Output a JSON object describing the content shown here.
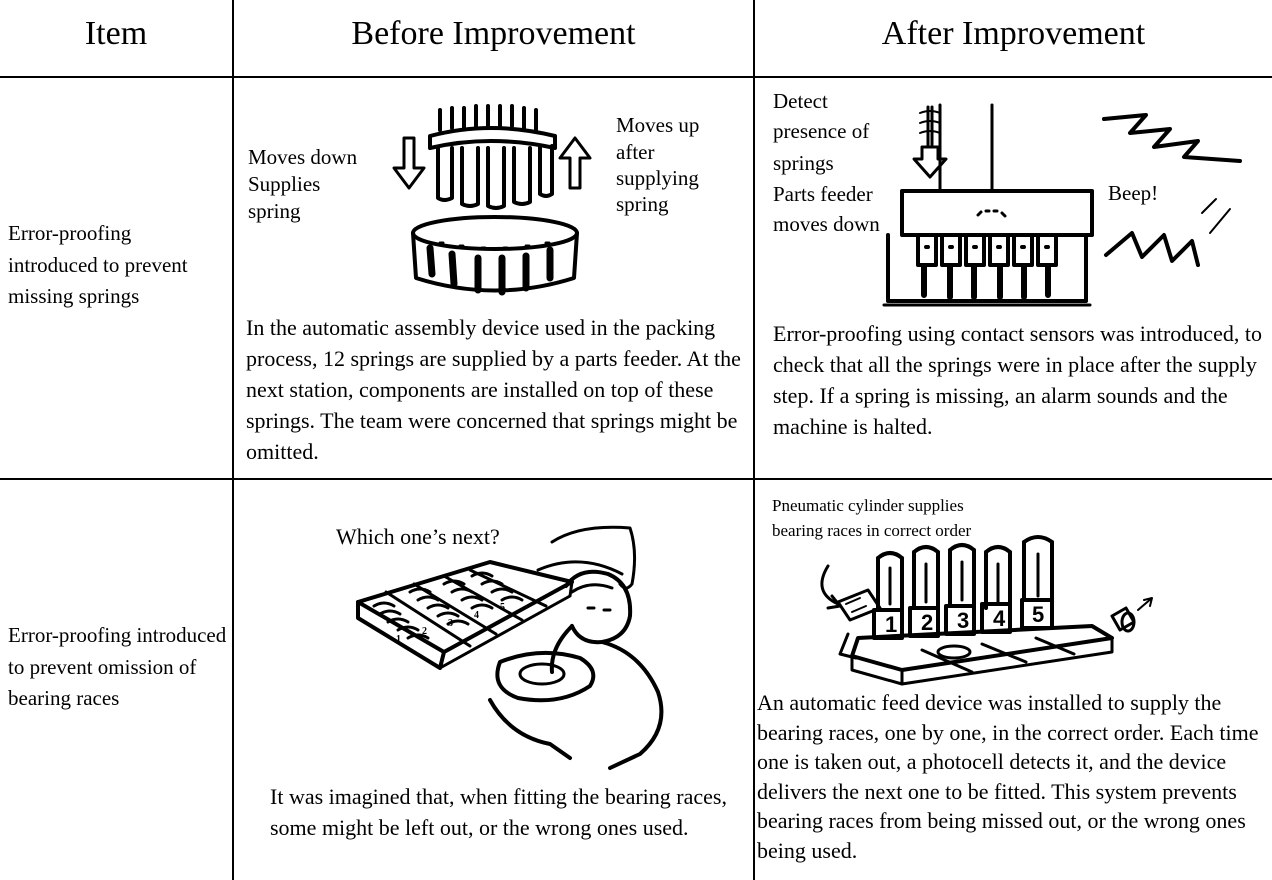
{
  "table": {
    "headers": {
      "item": "Item",
      "before": "Before Improvement",
      "after": "After Improvement"
    },
    "rows": [
      {
        "item": "Error-proofing introduced to prevent missing springs",
        "before": {
          "label_moves_down": "Moves down",
          "label_supplies": "Supplies",
          "label_spring": "spring",
          "label_moves_up": "Moves up",
          "label_after": "after",
          "label_supplying": "supplying",
          "label_spring_2": "spring",
          "description": "In the automatic assembly device used in the packing process, 12 springs are supplied by a parts feeder. At the next station, components are installed on top of these springs. The team were concerned  that springs might be omitted."
        },
        "after": {
          "label_detect": "Detect",
          "label_presence": "presence of",
          "label_springs": "springs",
          "label_parts_feeder": "Parts feeder",
          "label_moves_down": "moves down",
          "label_beep": "Beep!",
          "description": "Error-proofing using contact sensors was introduced, to check that all the springs were in place after the supply step. If a spring is missing, an alarm sounds and the machine is halted."
        }
      },
      {
        "item": "Error-proofing introduced to prevent omission of bearing races",
        "before": {
          "speech": "Which one’s next?",
          "tray_numbers": [
            "1",
            "2",
            "3",
            "4",
            "5"
          ],
          "description": "It was imagined that, when fitting the bearing races, some might be left out, or the wrong ones used."
        },
        "after": {
          "caption_line1": "Pneumatic cylinder supplies",
          "caption_line2": "bearing races in correct order",
          "slot_numbers": [
            "1",
            "2",
            "3",
            "4",
            "5"
          ],
          "description": "An automatic feed device was installed to supply the bearing races, one by one, in the correct order. Each time one is taken out, a photocell detects it, and the device delivers the next one to be fitted.  This system prevents bearing races from being missed out, or the wrong ones being used."
        }
      }
    ]
  }
}
